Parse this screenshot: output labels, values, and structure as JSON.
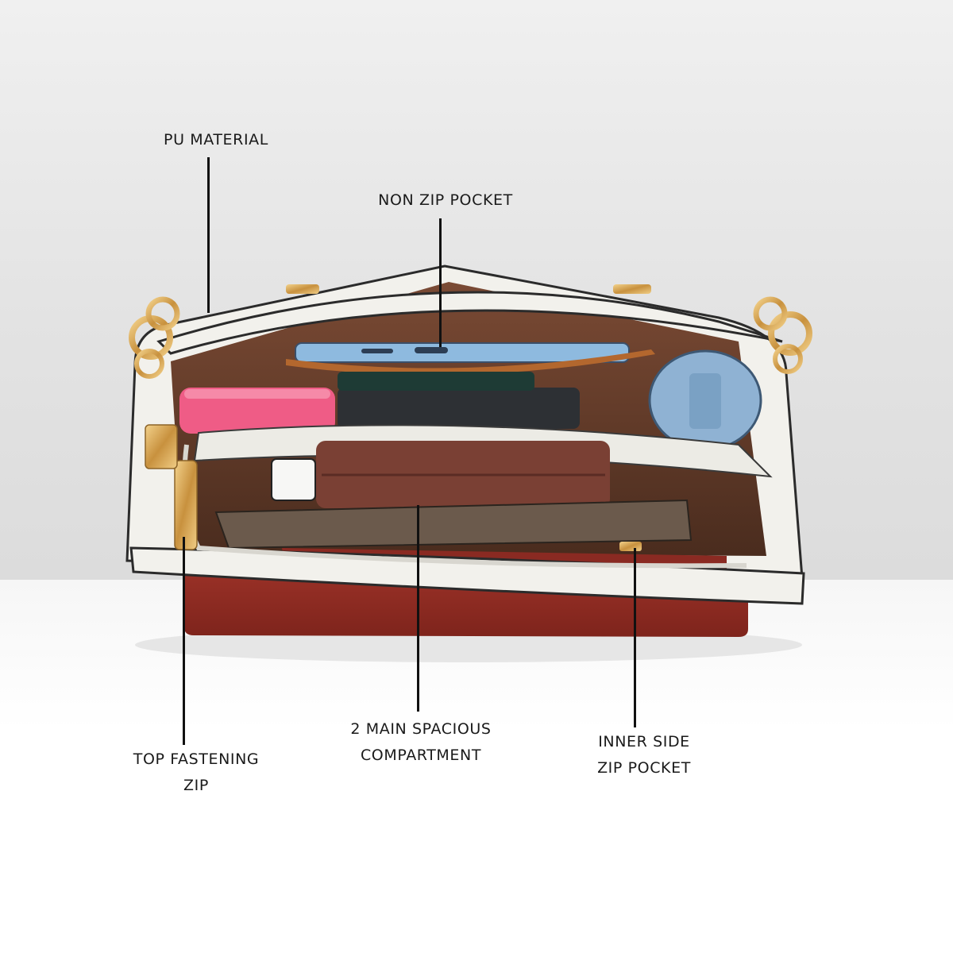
{
  "callouts": {
    "pu_material": "PU MATERIAL",
    "non_zip_pocket": "NON ZIP POCKET",
    "top_fastening_zip": {
      "line1": "TOP FASTENING",
      "line2": "ZIP"
    },
    "main_compartment": {
      "line1": "2 MAIN SPACIOUS",
      "line2": "COMPARTMENT"
    },
    "inner_side_zip_pocket": {
      "line1": "INNER SIDE",
      "line2": "ZIP POCKET"
    }
  },
  "colors": {
    "bag_body": "#f2f1ec",
    "bag_base": "#8f2b22",
    "lining": "#6b4230",
    "hardware_gold": "#d9a75a",
    "leader_line": "#111111"
  }
}
